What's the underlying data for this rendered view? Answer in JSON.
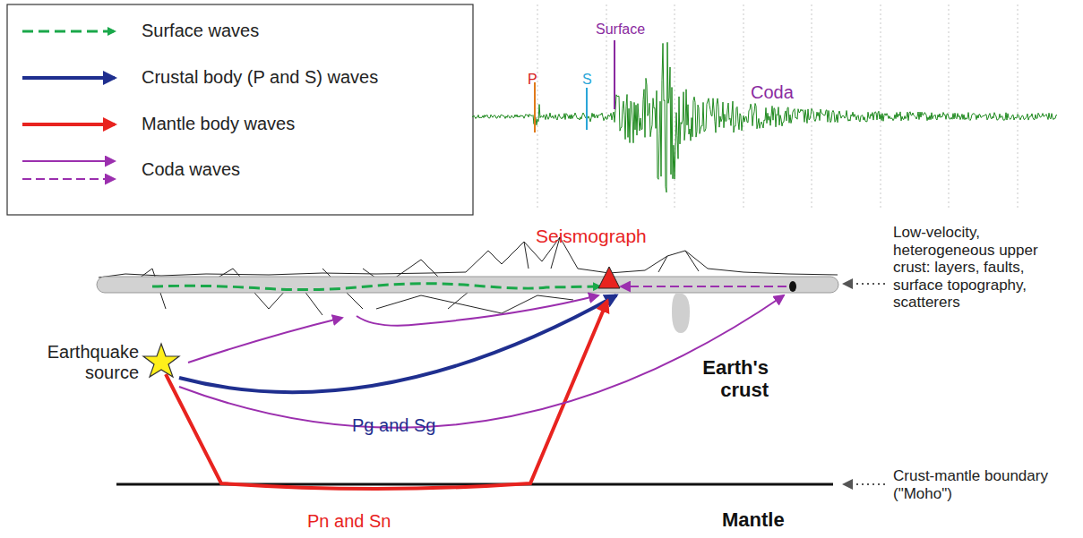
{
  "diagram": {
    "labels": [
      "P",
      "S",
      "Surface",
      "Coda",
      "Seismograph",
      "Earthquake source",
      "Pg and Sg",
      "Pn and Sn",
      "Earth's crust",
      "Mantle",
      "Low-velocity, heterogeneous upper crust: layers, faults, surface topography, scatterers",
      "Crust-mantle boundary (\"Moho\")"
    ],
    "legend": [
      {
        "text": "Surface waves"
      },
      {
        "text": "Crustal body (P and S) waves"
      },
      {
        "text": "Mantle body waves"
      },
      {
        "text": "Coda waves"
      }
    ]
  }
}
